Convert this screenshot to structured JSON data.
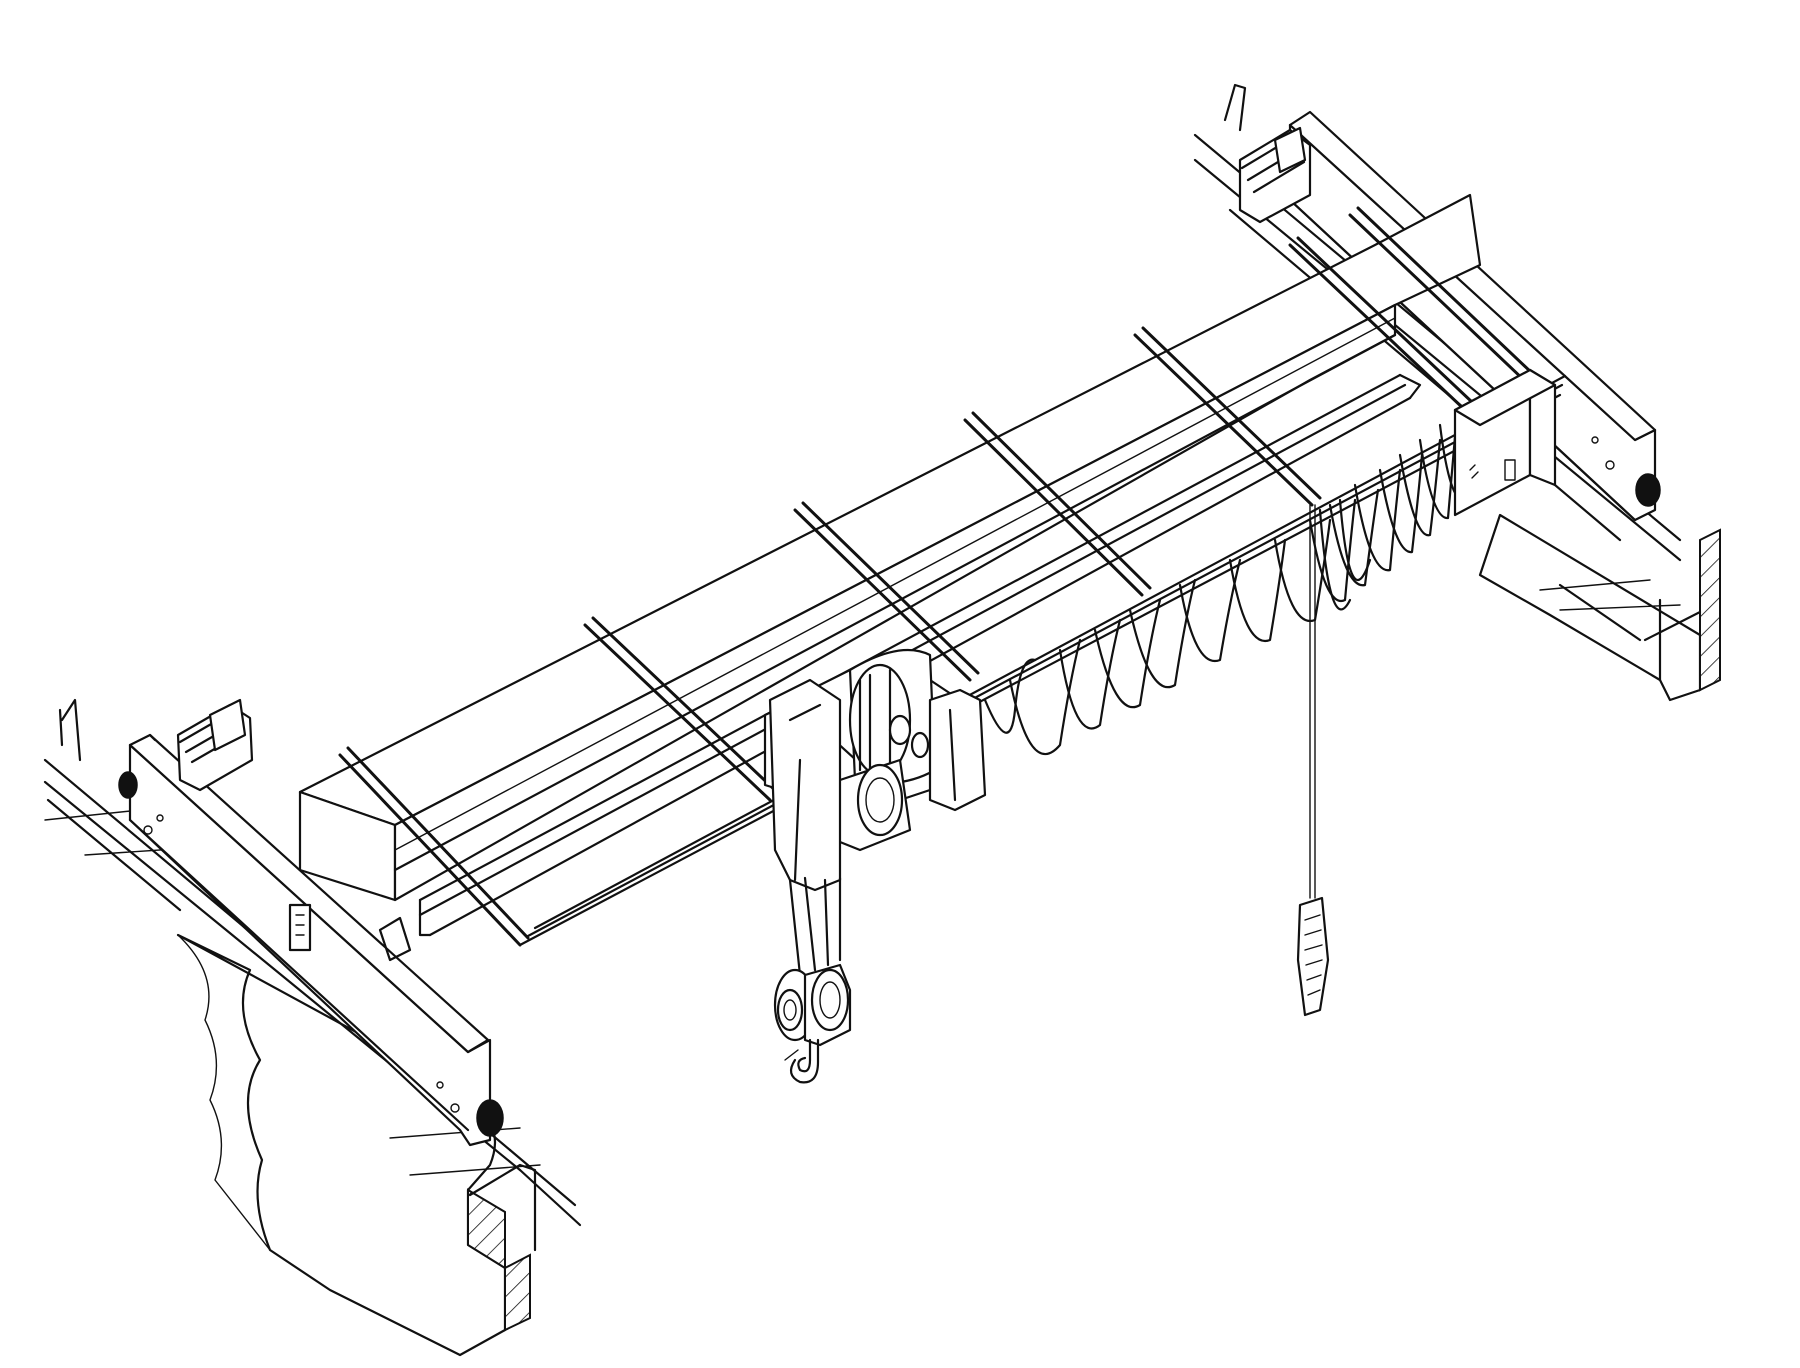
{
  "figure": {
    "colors": {
      "line": "#111111",
      "background": "#ffffff"
    },
    "parts": [
      "main-girder",
      "end-carriage-left",
      "end-carriage-right",
      "runway-rail-left",
      "runway-rail-right",
      "electric-hoist",
      "hook-block",
      "festoon-cable",
      "cable-support-brackets",
      "control-box",
      "pendant-controller",
      "runway-beam-left",
      "runway-beam-right"
    ]
  }
}
